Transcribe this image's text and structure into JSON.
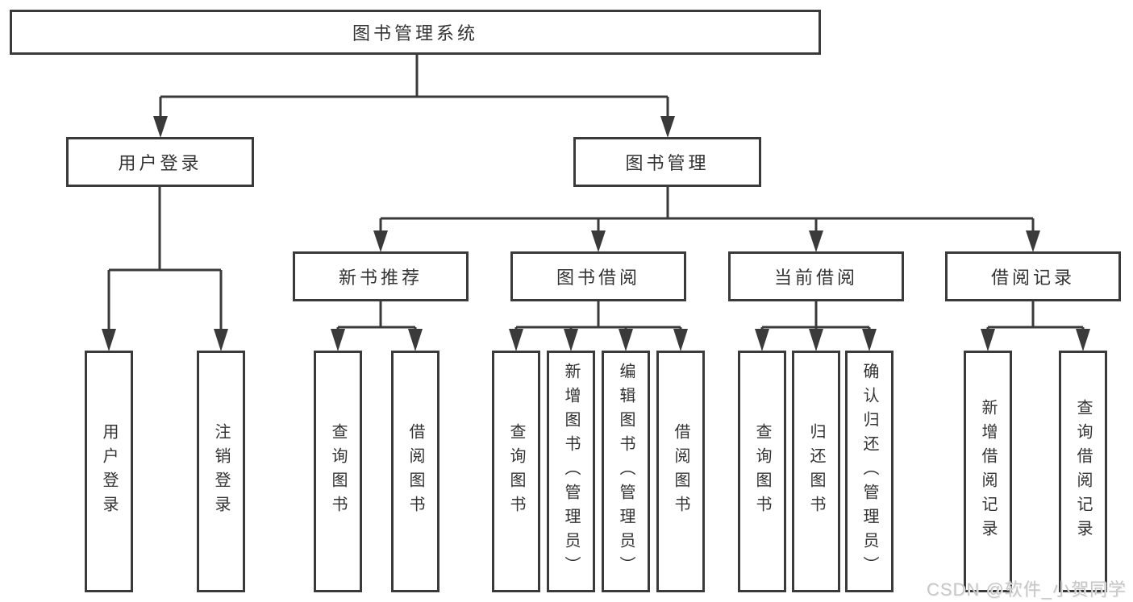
{
  "diagram": {
    "title": "图书管理系统",
    "root": {
      "label": "图书管理系统"
    },
    "branches": [
      {
        "label": "用户登录",
        "children": [
          {
            "label": "用户登录"
          },
          {
            "label": "注销登录"
          }
        ]
      },
      {
        "label": "图书管理",
        "children": [
          {
            "label": "新书推荐",
            "children": [
              {
                "label": "查询图书"
              },
              {
                "label": "借阅图书"
              }
            ]
          },
          {
            "label": "图书借阅",
            "children": [
              {
                "label": "查询图书"
              },
              {
                "label": "新增图书（管理员）"
              },
              {
                "label": "编辑图书（管理员）"
              },
              {
                "label": "借阅图书"
              }
            ]
          },
          {
            "label": "当前借阅",
            "children": [
              {
                "label": "查询图书"
              },
              {
                "label": "归还图书"
              },
              {
                "label": "确认归还（管理员）"
              }
            ]
          },
          {
            "label": "借阅记录",
            "children": [
              {
                "label": "新增借阅记录"
              },
              {
                "label": "查询借阅记录"
              }
            ]
          }
        ]
      }
    ]
  },
  "watermark": {
    "text": "CSDN @软件_小贺同学",
    "color": "#c7c7c7"
  },
  "colors": {
    "line": "#3a3a3a",
    "text": "#333333",
    "background": "#ffffff"
  }
}
